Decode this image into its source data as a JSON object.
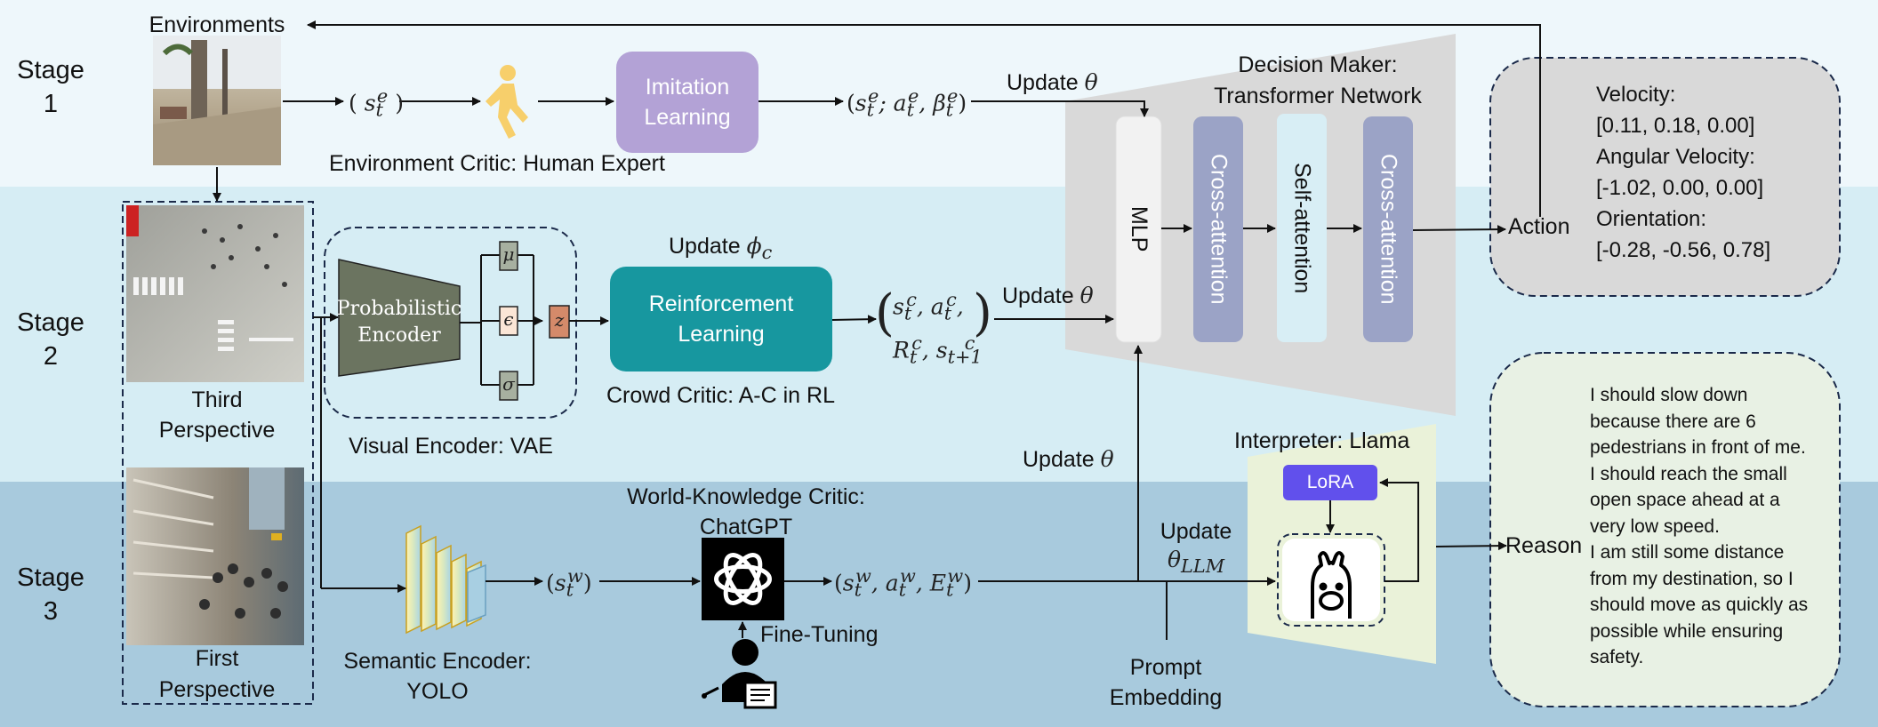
{
  "stages": [
    {
      "line1": "Stage",
      "line2": "1"
    },
    {
      "line1": "Stage",
      "line2": "2"
    },
    {
      "line1": "Stage",
      "line2": "3"
    }
  ],
  "labels": {
    "environments": "Environments",
    "env_critic": "Environment Critic: Human Expert",
    "imitation": "Imitation Learning",
    "reinforcement": "Reinforcement Learning",
    "prob_encoder_1": "Probabilistic",
    "prob_encoder_2": "Encoder",
    "visual_encoder": "Visual Encoder: VAE",
    "crowd_critic": "Crowd Critic: A-C in RL",
    "third_1": "Third",
    "third_2": "Perspective",
    "first_1": "First",
    "first_2": "Perspective",
    "semantic_1": "Semantic Encoder:",
    "semantic_2": "YOLO",
    "world_1": "World-Knowledge Critic:",
    "world_2": "ChatGPT",
    "fine_tuning": "Fine-Tuning",
    "prompt_1": "Prompt",
    "prompt_2": "Embedding",
    "update_llm_1": "Update",
    "interpreter": "Interpreter: Llama",
    "lora": "LoRA",
    "decision_1": "Decision Maker:",
    "decision_2": "Transformer Network",
    "mlp": "MLP",
    "cross_attention": "Cross-attention",
    "self_attention": "Self-attention",
    "action": "Action",
    "reason": "Reason",
    "update_prefix": "Update"
  },
  "action_output": [
    "Velocity:",
    "[0.11, 0.18, 0.00]",
    "Angular Velocity:",
    "[-1.02, 0.00, 0.00]",
    "Orientation:",
    "[-0.28, -0.56, 0.78]"
  ],
  "reason_output": [
    "I should slow down",
    "because there are 6",
    "pedestrians in front of me.",
    "I should reach the small",
    "open space ahead at a",
    "very low speed.",
    "I am still some distance",
    "from my destination, so I",
    "should move as quickly as",
    "possible while ensuring",
    "safety."
  ],
  "colors": {
    "stage1_bg": "#eef7fb",
    "stage2_bg": "#d6edf4",
    "stage3_bg": "#a8cadd",
    "imitation": "#b3a2d6",
    "reinforcement": "#17979f",
    "encoder": "#6b7460",
    "attention": "#9ba3c6",
    "self_attention": "#d8eef5",
    "mlp": "#f2f2f2",
    "transformer": "#d9d9d9",
    "lora": "#6150ec",
    "panel": "#d9d9d9",
    "reason_panel": "#e8f1e4"
  },
  "icons": [
    "walking-person-icon",
    "openai-logo-icon",
    "llama-icon",
    "person-at-laptop-icon"
  ]
}
